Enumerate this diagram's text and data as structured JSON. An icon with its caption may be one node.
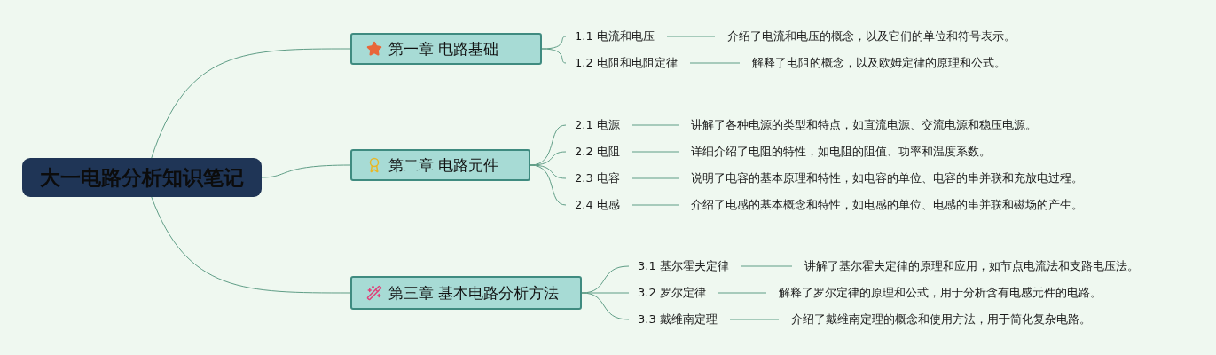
{
  "diagram": {
    "nodes": [
      {
        "text": [
          "大一电路分析知识笔记"
        ]
      },
      {
        "text": [
          "第一章 电路基础"
        ]
      },
      {
        "text": [
          "1.1 电流和电压"
        ]
      },
      {
        "text": [
          "介绍了电流和电压的概念，以及它们的单位和符号表示。"
        ]
      },
      {
        "text": [
          "1.2 电阻和电阻定律"
        ]
      },
      {
        "text": [
          "解释了电阻的概念，以及欧姆定律的原理和公式。"
        ]
      },
      {
        "text": [
          "第二章 电路元件"
        ]
      },
      {
        "text": [
          "2.1 电源"
        ]
      },
      {
        "text": [
          "讲解了各种电源的类型和特点，如直流电源、交流电源和稳压电源。"
        ]
      },
      {
        "text": [
          "2.2 电阻"
        ]
      },
      {
        "text": [
          "详细介绍了电阻的特性，如电阻的阻值、功率和温度系数。"
        ]
      },
      {
        "text": [
          "2.3 电容"
        ]
      },
      {
        "text": [
          "说明了电容的基本原理和特性，如电容的单位、电容的串并联和充放电过程。"
        ]
      },
      {
        "text": [
          "2.4 电感"
        ]
      },
      {
        "text": [
          "介绍了电感的基本概念和特性，如电感的单位、电感的串并联和磁场的产生。"
        ]
      },
      {
        "text": [
          "第三章 基本电路分析方法"
        ]
      },
      {
        "text": [
          "3.1 基尔霍夫定律"
        ]
      },
      {
        "text": [
          "讲解了基尔霍夫定律的原理和应用，如节点电流法和支路电压法。"
        ]
      },
      {
        "text": [
          "3.2 罗尔定律"
        ]
      },
      {
        "text": [
          "解释了罗尔定律的原理和公式，用于分析含有电感元件的电路。"
        ]
      },
      {
        "text": [
          "3.3 戴维南定理"
        ]
      },
      {
        "text": [
          "介绍了戴维南定理的概念和使用方法，用于简化复杂电路。"
        ]
      }
    ],
    "edges": [
      {
        "from": 0,
        "to": 1,
        "arrow": "none"
      },
      {
        "from": 0,
        "to": 6,
        "arrow": "none"
      },
      {
        "from": 0,
        "to": 15,
        "arrow": "none"
      },
      {
        "from": 1,
        "to": 2,
        "arrow": "none"
      },
      {
        "from": 1,
        "to": 4,
        "arrow": "none"
      },
      {
        "from": 2,
        "to": 3,
        "arrow": "none"
      },
      {
        "from": 4,
        "to": 5,
        "arrow": "none"
      },
      {
        "from": 6,
        "to": 7,
        "arrow": "none"
      },
      {
        "from": 6,
        "to": 9,
        "arrow": "none"
      },
      {
        "from": 6,
        "to": 11,
        "arrow": "none"
      },
      {
        "from": 6,
        "to": 13,
        "arrow": "none"
      },
      {
        "from": 7,
        "to": 8,
        "arrow": "none"
      },
      {
        "from": 9,
        "to": 10,
        "arrow": "none"
      },
      {
        "from": 11,
        "to": 12,
        "arrow": "none"
      },
      {
        "from": 13,
        "to": 14,
        "arrow": "none"
      },
      {
        "from": 15,
        "to": 16,
        "arrow": "none"
      },
      {
        "from": 15,
        "to": 18,
        "arrow": "none"
      },
      {
        "from": 15,
        "to": 20,
        "arrow": "none"
      },
      {
        "from": 16,
        "to": 17,
        "arrow": "none"
      },
      {
        "from": 18,
        "to": 19,
        "arrow": "none"
      },
      {
        "from": 20,
        "to": 21,
        "arrow": "none"
      }
    ]
  }
}
